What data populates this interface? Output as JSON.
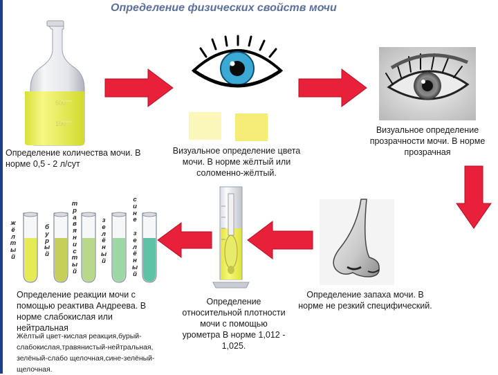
{
  "title": "Определение физических свойств мочи",
  "steps": {
    "quantity": {
      "caption": "Определение количества мочи. В норме 0,5 - 2 л/сут",
      "bottle_mark_1": "500",
      "bottle_mark_2": "100"
    },
    "color": {
      "caption": "Визуальное определение цвета мочи. В норме жёлтый или соломенно-жёлтый."
    },
    "clarity": {
      "caption": "Визуальное определение прозрачности мочи. В норме прозрачная"
    },
    "smell": {
      "caption": "Определение запаха мочи. В норме не резкий специфический."
    },
    "density": {
      "caption": "Определение относительной плотности мочи с помощью урометра В норме 1,012 - 1,025."
    },
    "reaction": {
      "caption": "Определение реакции мочи с помощью реактива Андреева. В норме слабокислая или нейтральная",
      "note": "Жёлтый цвет-кислая реакция,бурый-слабокислая,травянистый-нейтральная, зелёный-слабо щелочная,сине-зелёный-щелочная."
    }
  },
  "tube_labels": {
    "yellow": "ж\nё\nл\nт\nы\nй",
    "brown": "б\nу\nр\nы\nй",
    "grassy": "т\nр\nа\nв\nя\nн\nи\nс\nт\nы\nй",
    "green": "з\nе\nл\nё\nн\nы\nй",
    "bluegreen": "с\nи\nн\nе\n \nз\nе\nл\nё\nн\nы\nй"
  },
  "colors": {
    "arrow": "#e8203a",
    "swatch_light": "#fbf7b8",
    "swatch_dark": "#f4ee78",
    "urine": "#f2f07a",
    "tube_yellow": "#e6ea55",
    "tube_brown": "#c6cf5a",
    "tube_grassy": "#b9d98a",
    "tube_green": "#9ed7a6",
    "tube_bluegreen": "#5ec3a6"
  }
}
